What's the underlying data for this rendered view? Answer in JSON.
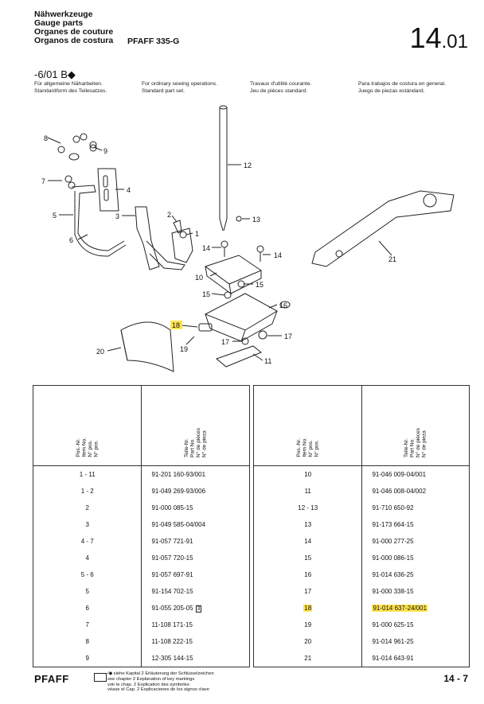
{
  "header": {
    "lines": [
      "Nähwerkzeuge",
      "Gauge parts",
      "Organes de couture",
      "Organos de costura"
    ],
    "model": "PFAFF 335-G",
    "page_main": "14",
    "page_sub": ".01"
  },
  "version": "-6/01  B◆",
  "descriptions": {
    "de": [
      "Für allgemeine Näharbeiten.",
      "Standardform des Teilesatzes."
    ],
    "en": [
      "For ordinary sewing operations.",
      "Standard part set."
    ],
    "fr": [
      "Travaux d'utilité courante.",
      "Jeu de pièces standard."
    ],
    "es": [
      "Para trabajos de costura en general.",
      "Juego de piezas estándard."
    ]
  },
  "diagram_labels": [
    "1",
    "2",
    "3",
    "4",
    "5",
    "6",
    "7",
    "8",
    "9",
    "10",
    "11",
    "12",
    "13",
    "14",
    "14",
    "15",
    "15",
    "16",
    "17",
    "17",
    "18",
    "19",
    "20",
    "21"
  ],
  "table_headers": {
    "pos": [
      "Pos.-Nr.",
      "Item No.",
      "N° pos.",
      "N° pos."
    ],
    "part": [
      "Teile-Nr.",
      "Part No.",
      "N° de pièces",
      "N° de pieza"
    ]
  },
  "left_rows": [
    {
      "pos": "1 - 11",
      "part": "91-201  160-93/001"
    },
    {
      "pos": "1 - 2",
      "part": "91-049  269-93/006"
    },
    {
      "pos": "2",
      "part": "91-000  085-15"
    },
    {
      "pos": "3",
      "part": "91-049  585-04/004"
    },
    {
      "pos": "4 - 7",
      "part": "91-057  721-91"
    },
    {
      "pos": "4",
      "part": "91-057  720-15"
    },
    {
      "pos": "5 - 6",
      "part": "91-057  697-91"
    },
    {
      "pos": "5",
      "part": "91-154  702-15"
    },
    {
      "pos": "6",
      "part": "91-055  205-05",
      "note": "3"
    },
    {
      "pos": "7",
      "part": "11-108  171-15"
    },
    {
      "pos": "8",
      "part": "11-108  222-15"
    },
    {
      "pos": "9",
      "part": "12-305  144-15"
    }
  ],
  "right_rows": [
    {
      "pos": "10",
      "part": "91-046  009-04/001"
    },
    {
      "pos": "11",
      "part": "91-046  008-04/002"
    },
    {
      "pos": "12 - 13",
      "part": "91-710  650-92"
    },
    {
      "pos": "13",
      "part": "91-173  664-15"
    },
    {
      "pos": "14",
      "part": "91-000  277-25"
    },
    {
      "pos": "15",
      "part": "91-000  086-15"
    },
    {
      "pos": "16",
      "part": "91-014  636-25"
    },
    {
      "pos": "17",
      "part": "91-000  338-15"
    },
    {
      "pos": "18",
      "part": "91-014  637-24/001",
      "highlight": true
    },
    {
      "pos": "19",
      "part": "91-000  625-15"
    },
    {
      "pos": "20",
      "part": "91-014  961-25"
    },
    {
      "pos": "21",
      "part": "91-014  643-91"
    }
  ],
  "footer": {
    "logo": "PFAFF",
    "note": [
      "/◆ siehe Kapital 2 Erläuterung der Schlüsselzeichen",
      "see chapter 2 Explanation of key markings",
      "voir le chap. 2 Explication des symboles",
      "véase el Cap. 2 Explicaciones de los signos clave"
    ],
    "page": "14 - 7"
  },
  "colors": {
    "highlight": "#ffe34d"
  }
}
